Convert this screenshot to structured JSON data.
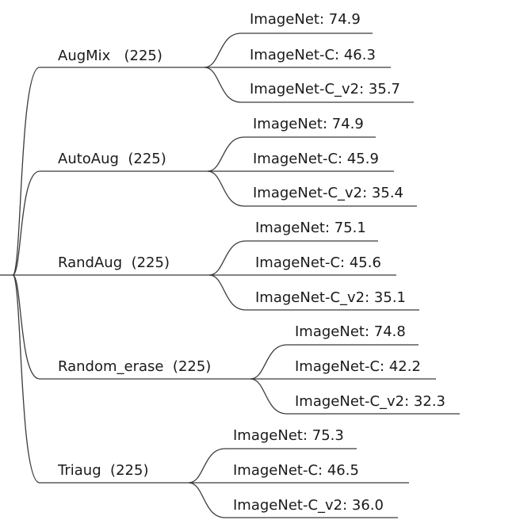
{
  "tree": {
    "branches": [
      {
        "label": "AugMix   (225)",
        "leaves": [
          "ImageNet: 74.9",
          "ImageNet-C: 46.3",
          "ImageNet-C_v2: 35.7"
        ]
      },
      {
        "label": "AutoAug  (225)",
        "leaves": [
          "ImageNet: 74.9",
          "ImageNet-C: 45.9",
          "ImageNet-C_v2: 35.4"
        ]
      },
      {
        "label": "RandAug  (225)",
        "leaves": [
          "ImageNet: 75.1",
          "ImageNet-C: 45.6",
          "ImageNet-C_v2: 35.1"
        ]
      },
      {
        "label": "Random_erase  (225)",
        "leaves": [
          "ImageNet: 74.8",
          "ImageNet-C: 42.2",
          "ImageNet-C_v2: 32.3"
        ]
      },
      {
        "label": "Triaug  (225)",
        "leaves": [
          "ImageNet: 75.3",
          "ImageNet-C: 46.5",
          "ImageNet-C_v2: 36.0"
        ]
      }
    ]
  }
}
